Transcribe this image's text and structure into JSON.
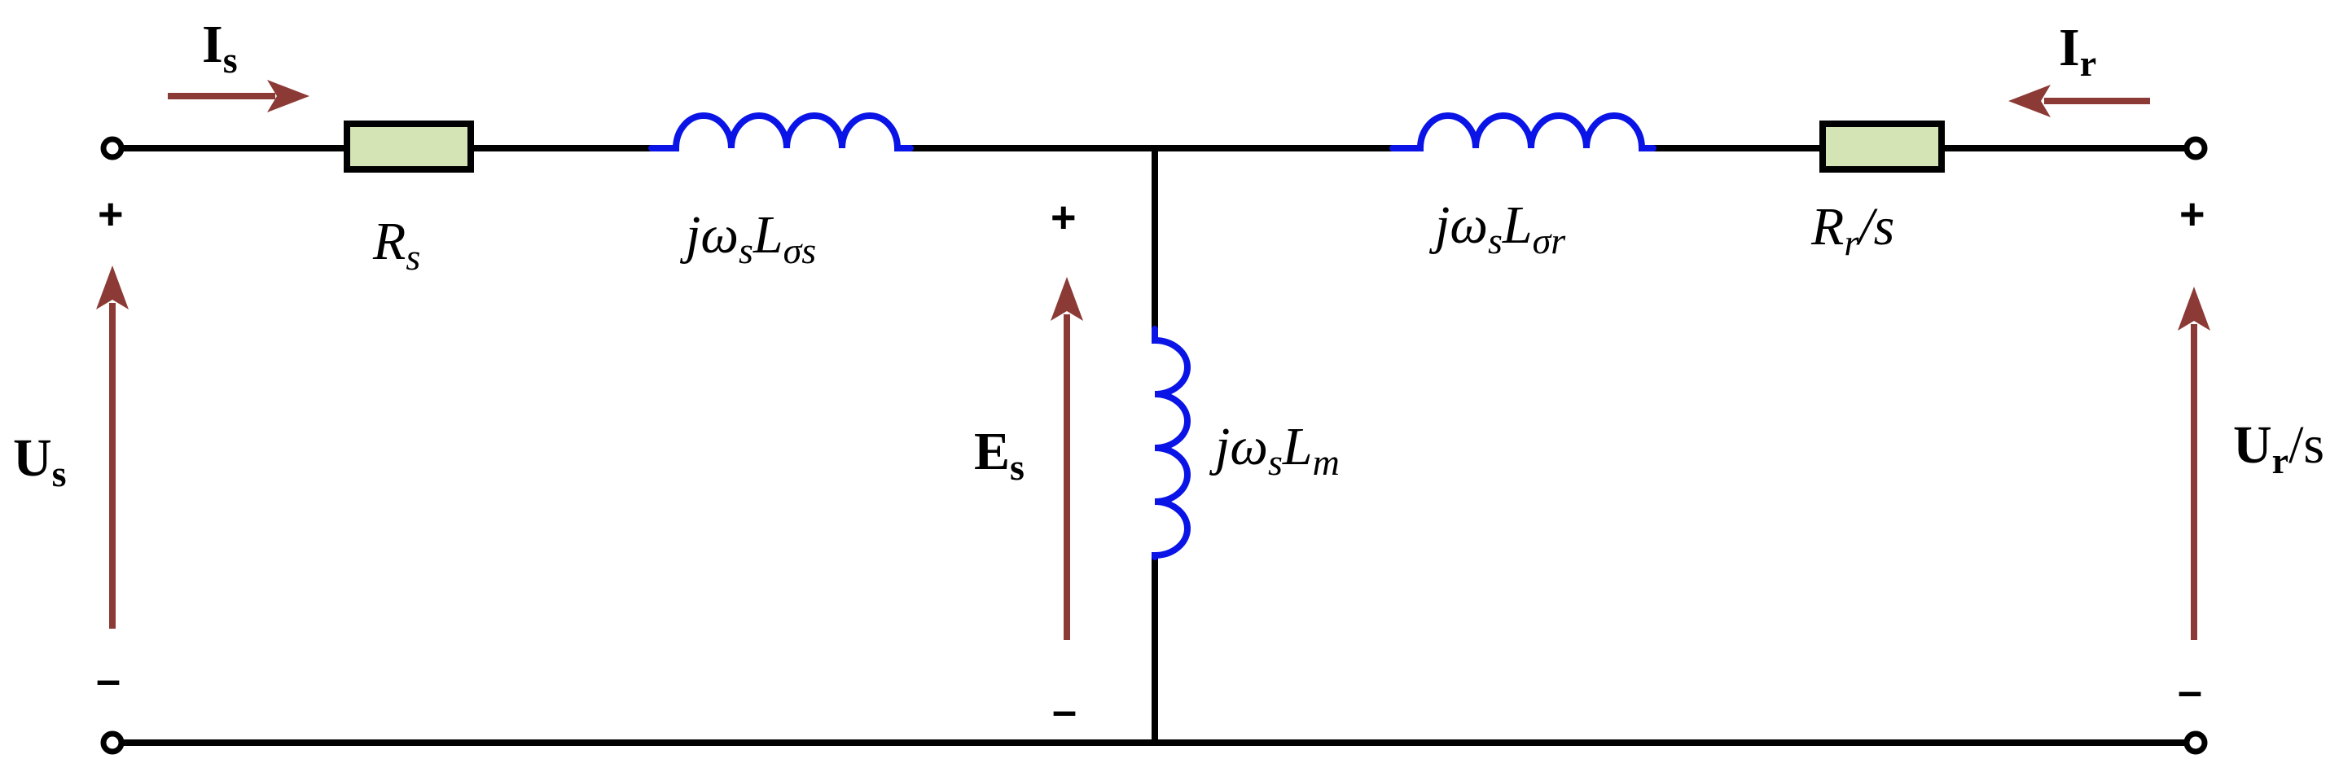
{
  "components": {
    "stator_resistance": {
      "base": "R",
      "sub": "s"
    },
    "stator_leakage": {
      "j": "j",
      "omega": "ω",
      "omega_sub": "s",
      "L": "L",
      "L_sub": "σs"
    },
    "magnetizing": {
      "j": "j",
      "omega": "ω",
      "omega_sub": "s",
      "L": "L",
      "L_sub": "m"
    },
    "rotor_leakage": {
      "j": "j",
      "omega": "ω",
      "omega_sub": "s",
      "L": "L",
      "L_sub": "σr"
    },
    "rotor_resistance": {
      "base": "R",
      "sub": "r",
      "suffix": "/s"
    }
  },
  "quantities": {
    "stator_current": {
      "base": "I",
      "sub": "s"
    },
    "rotor_current": {
      "base": "I",
      "sub": "r"
    },
    "stator_voltage": {
      "base": "U",
      "sub": "s"
    },
    "air_gap_emf": {
      "base": "E",
      "sub": "s"
    },
    "rotor_voltage": {
      "base": "U",
      "sub": "r",
      "suffix": "/s"
    }
  },
  "polarity": {
    "plus": "+",
    "minus": "–"
  },
  "colors": {
    "wire": "#000000",
    "inductor": "#0A14E6",
    "resistor_fill": "#D5E4B5",
    "arrow": "#8B3A35"
  }
}
